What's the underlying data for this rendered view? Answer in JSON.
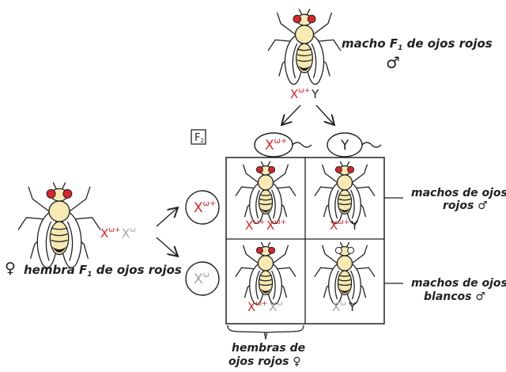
{
  "male_parent": {
    "label": "macho F",
    "sub": "1",
    "label_rest": " de ojos rojos",
    "symbol": "♂",
    "genotype": [
      {
        "base": "X",
        "sup": "w+",
        "color": "red"
      },
      {
        "base": "Y",
        "sup": "",
        "color": "black"
      }
    ]
  },
  "female_parent": {
    "symbol": "♀",
    "label": "hembra F",
    "sub": "1",
    "label_rest": " de ojos rojos",
    "genotype": [
      {
        "base": "X",
        "sup": "w+",
        "color": "red"
      },
      {
        "base": "X",
        "sup": "w",
        "color": "gray"
      }
    ]
  },
  "generation_label": "F",
  "generation_sub": "2",
  "sperm": [
    {
      "base": "X",
      "sup": "w+",
      "color": "red"
    },
    {
      "base": "Y",
      "sup": "",
      "color": "black"
    }
  ],
  "eggs": [
    {
      "base": "X",
      "sup": "w+",
      "color": "red"
    },
    {
      "base": "X",
      "sup": "w",
      "color": "gray"
    }
  ],
  "cells": [
    {
      "eye": "red",
      "sex": "female",
      "genotype": [
        {
          "base": "X",
          "sup": "w+",
          "color": "red"
        },
        {
          "base": "X",
          "sup": "w+",
          "color": "red"
        }
      ]
    },
    {
      "eye": "red",
      "sex": "male",
      "genotype": [
        {
          "base": "X",
          "sup": "w+",
          "color": "red"
        },
        {
          "base": "Y",
          "sup": "",
          "color": "black"
        }
      ]
    },
    {
      "eye": "red",
      "sex": "female",
      "genotype": [
        {
          "base": "X",
          "sup": "w+",
          "color": "red"
        },
        {
          "base": "X",
          "sup": "w",
          "color": "gray"
        }
      ]
    },
    {
      "eye": "white",
      "sex": "male",
      "genotype": [
        {
          "base": "X",
          "sup": "w",
          "color": "gray"
        },
        {
          "base": "Y",
          "sup": "",
          "color": "black"
        }
      ]
    }
  ],
  "annotations": {
    "red_males": [
      "machos de ojos",
      "rojos ♂"
    ],
    "white_males": [
      "machos de ojos",
      "blancos ♂"
    ],
    "red_females": [
      "hembras de",
      "ojos rojos ♀"
    ]
  },
  "colors": {
    "red": "#d9252b",
    "gray": "#a3a3a3",
    "black": "#222222",
    "body": "#f7eab2",
    "outline": "#222222"
  }
}
